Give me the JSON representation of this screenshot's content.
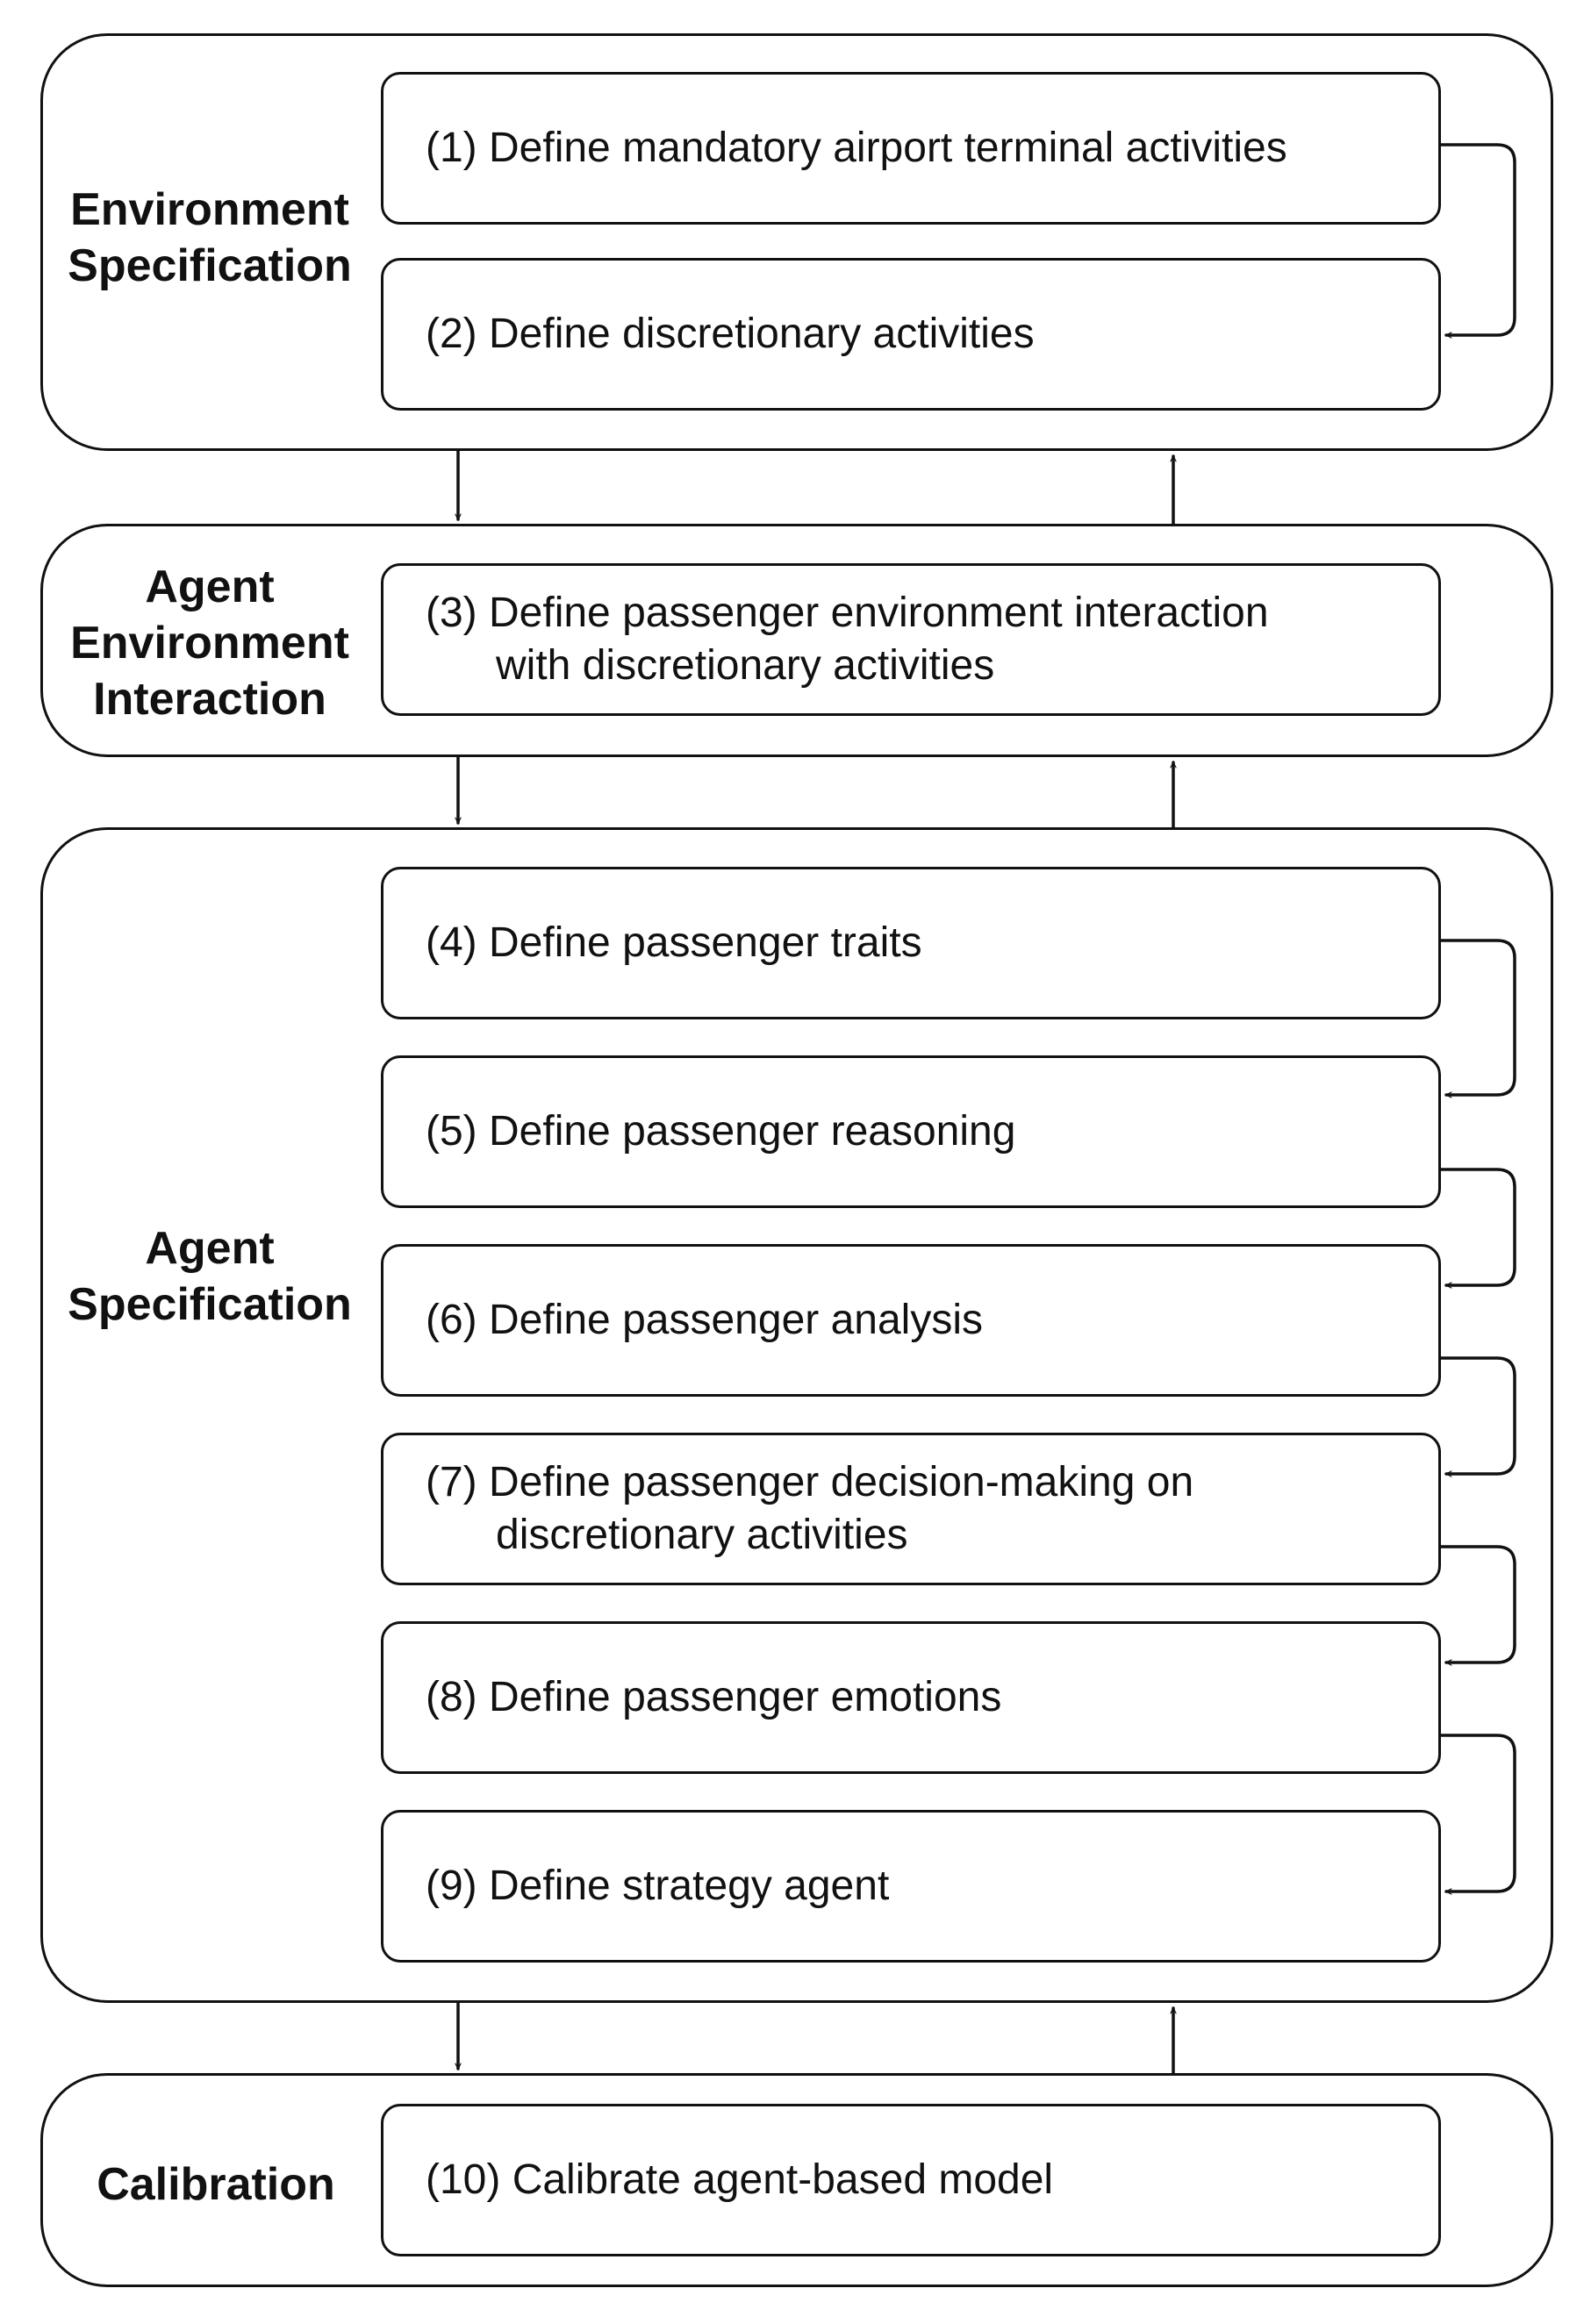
{
  "sections": [
    {
      "label": "Environment\nSpecification"
    },
    {
      "label": "Agent\nEnvironment\nInteraction"
    },
    {
      "label": "Agent\nSpecification"
    },
    {
      "label": "Calibration"
    }
  ],
  "steps": [
    {
      "text": "(1) Define mandatory airport terminal activities"
    },
    {
      "text": "(2) Define discretionary activities"
    },
    {
      "text": "(3) Define passenger environment interaction\n      with discretionary activities"
    },
    {
      "text": "(4) Define passenger traits"
    },
    {
      "text": "(5) Define passenger reasoning"
    },
    {
      "text": "(6) Define passenger analysis"
    },
    {
      "text": "(7) Define passenger decision-making on\n      discretionary activities"
    },
    {
      "text": "(8) Define passenger emotions"
    },
    {
      "text": "(9) Define strategy agent"
    },
    {
      "text": "(10) Calibrate agent-based model"
    }
  ]
}
